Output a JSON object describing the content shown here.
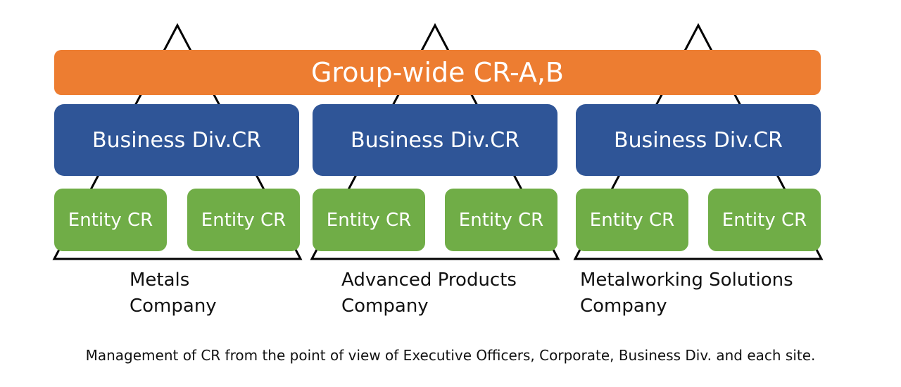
{
  "group": {
    "label": "Group-wide CR-A,B"
  },
  "companies": [
    {
      "division_label": "Business Div.CR",
      "entities": [
        "Entity CR",
        "Entity CR"
      ],
      "name_lines": [
        "Metals",
        "Company"
      ]
    },
    {
      "division_label": "Business Div.CR",
      "entities": [
        "Entity CR",
        "Entity CR"
      ],
      "name_lines": [
        "Advanced Products",
        "Company"
      ]
    },
    {
      "division_label": "Business Div.CR",
      "entities": [
        "Entity CR",
        "Entity CR"
      ],
      "name_lines": [
        "Metalworking Solutions",
        "Company"
      ]
    }
  ],
  "caption": "Management of CR from the point of view of  Executive Officers, Corporate, Business Div.  and each site.",
  "colors": {
    "group": "#ed7d31",
    "division": "#2f5597",
    "entity": "#70ad47",
    "outline": "#000000"
  }
}
